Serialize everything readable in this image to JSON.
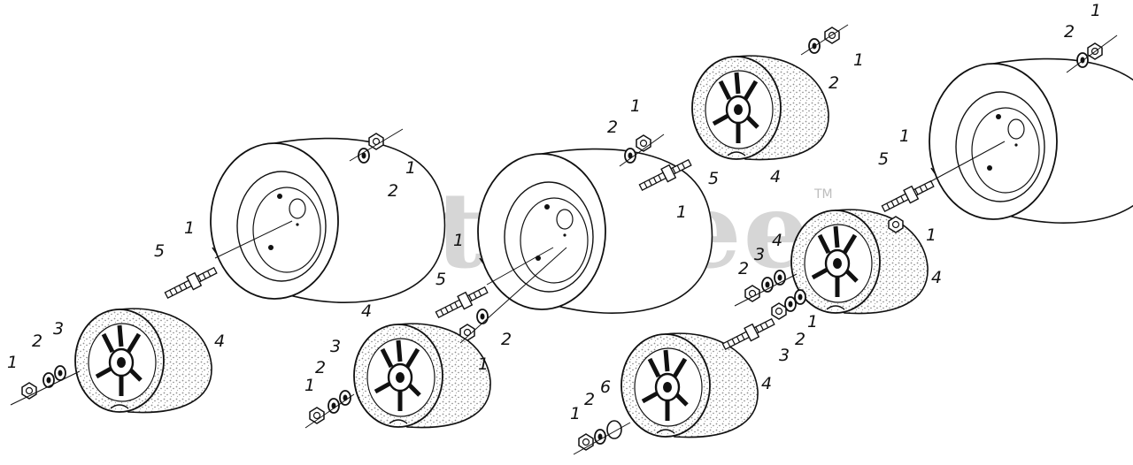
{
  "watermark": {
    "text": "PartsTree",
    "trademark": "TM"
  },
  "colors": {
    "ink": "#111111",
    "watermark": "#d6d6d6",
    "speckle": "#9a9a9a"
  },
  "callouts": {
    "c01": "1",
    "c02": "2",
    "c03": "3",
    "c04": "4",
    "c05": "5",
    "c06": "1",
    "c07": "2",
    "c08": "1",
    "c09": "4",
    "c10": "1",
    "c11": "2",
    "c12": "3",
    "c13": "5",
    "c14": "1",
    "c15": "1",
    "c16": "2",
    "c17": "1",
    "c18": "2",
    "c19": "5",
    "c20": "1",
    "c21": "4",
    "c22": "1",
    "c23": "2",
    "c24": "4",
    "c25": "1",
    "c26": "2",
    "c27": "5",
    "c28": "1",
    "c29": "1",
    "c30": "2",
    "c31": "3",
    "c32": "4",
    "c33": "1",
    "c34": "2",
    "c35": "3",
    "c36": "4",
    "c37": "1",
    "c38": "2",
    "c39": "6"
  }
}
